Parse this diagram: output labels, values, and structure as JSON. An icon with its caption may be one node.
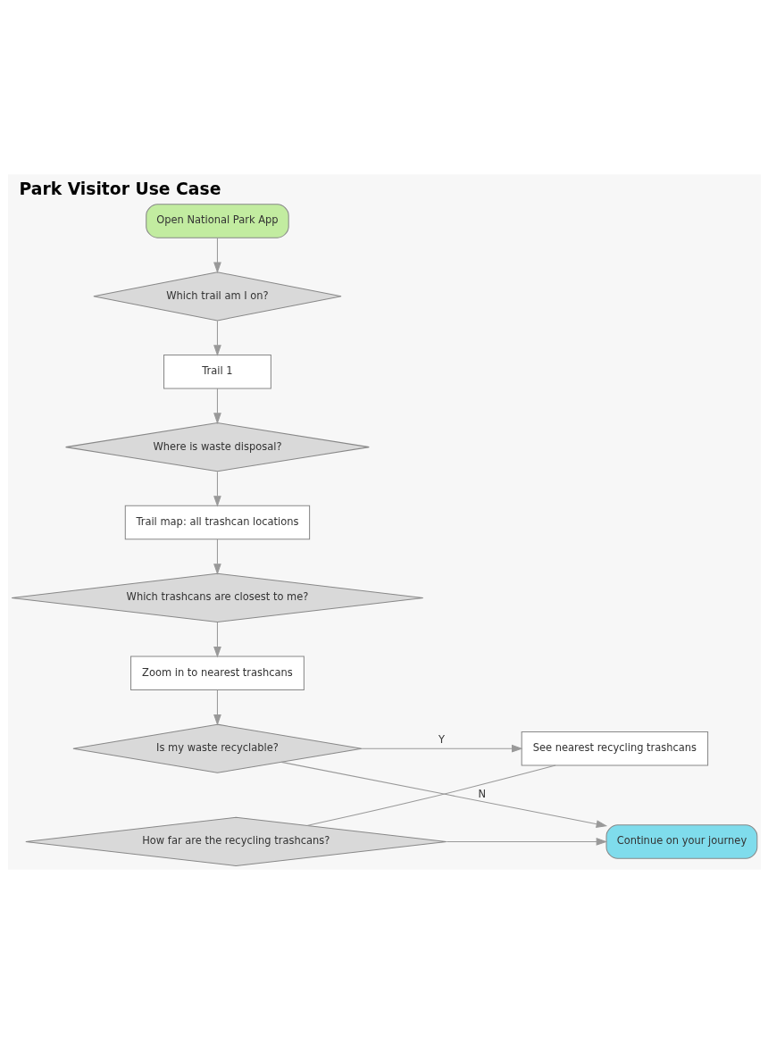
{
  "diagram": {
    "title": "Park Visitor Use Case",
    "nodes": [
      {
        "text": [
          "Open National Park App"
        ]
      },
      {
        "text": [
          "Which trail am I on?"
        ]
      },
      {
        "text": [
          "Trail 1"
        ]
      },
      {
        "text": [
          "Where is waste disposal?"
        ]
      },
      {
        "text": [
          "Trail map: all trashcan locations"
        ]
      },
      {
        "text": [
          "Which trashcans are closest to me?"
        ]
      },
      {
        "text": [
          "Zoom in to nearest trashcans"
        ]
      },
      {
        "text": [
          "Is my waste recyclable?"
        ]
      },
      {
        "text": [
          "See nearest recycling trashcans"
        ]
      },
      {
        "text": [
          "How far are the recycling trashcans?"
        ]
      },
      {
        "text": [
          "Continue on your journey"
        ]
      }
    ],
    "edges": [
      {
        "from": 0,
        "to": 1,
        "arrow": "to"
      },
      {
        "from": 1,
        "to": 2,
        "arrow": "to"
      },
      {
        "from": 2,
        "to": 3,
        "arrow": "to"
      },
      {
        "from": 3,
        "to": 4,
        "arrow": "to"
      },
      {
        "from": 4,
        "to": 5,
        "arrow": "to"
      },
      {
        "from": 5,
        "to": 6,
        "arrow": "to"
      },
      {
        "from": 6,
        "to": 7,
        "arrow": "to"
      },
      {
        "from": 7,
        "to": 8,
        "arrow": "to",
        "label": "Y"
      },
      {
        "from": 7,
        "to": 10,
        "arrow": "to",
        "label": "N"
      },
      {
        "from": 8,
        "to": 9,
        "arrow": "none"
      },
      {
        "from": 9,
        "to": 10,
        "arrow": "to"
      }
    ]
  }
}
